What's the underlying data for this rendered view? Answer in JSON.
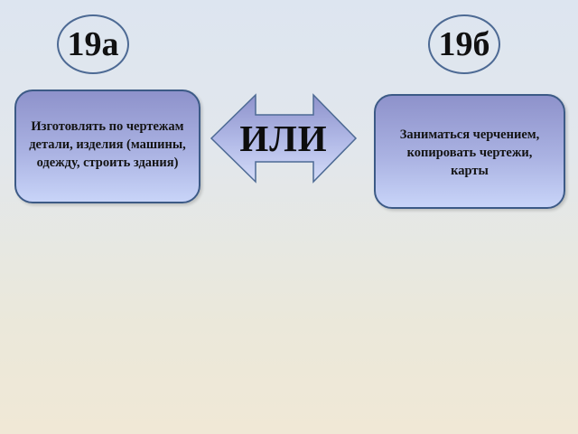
{
  "options": [
    {
      "id": "19a",
      "label": "19а",
      "text": "Изготовлять по чертежам детали, изделия (машины, одежду, строить здания)"
    },
    {
      "id": "19b",
      "label": "19б",
      "text": "Заниматься черчением, копировать чертежи, карты"
    }
  ],
  "connector": {
    "label": "ИЛИ",
    "icon": "double-arrow-icon"
  },
  "colors": {
    "box_fill_top": "#8e92cb",
    "box_fill_bottom": "#c8d4f8",
    "box_border": "#3c5a86",
    "ellipse_border": "#4d6a94",
    "arrow_fill_top": "#8e92cb",
    "arrow_fill_bottom": "#d4dcf8"
  }
}
